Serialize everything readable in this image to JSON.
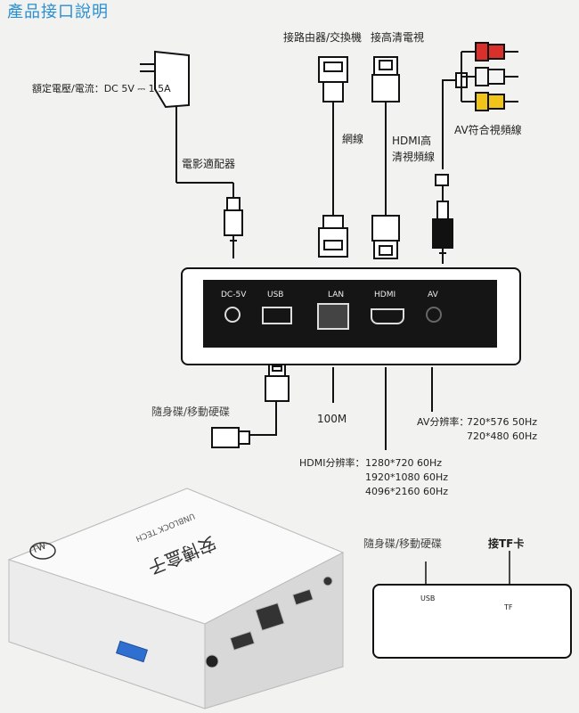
{
  "title": "產品接口說明",
  "power": {
    "spec": "額定電壓/電流：DC 5V ⎓ 1.5A",
    "adapter_label": "電影適配器"
  },
  "lan": {
    "top_label": "接路由器/交換機",
    "cable_label": "網線",
    "speed": "100M"
  },
  "hdmi": {
    "top_label": "接高清電視",
    "cable_label_1": "HDMI高",
    "cable_label_2": "清視頻線",
    "res_label": "HDMI分辨率：",
    "res_1": "1280*720   60Hz",
    "res_2": "1920*1080  60Hz",
    "res_3": "4096*2160  60Hz"
  },
  "av": {
    "cable_label": "AV符合視頻線",
    "res_label": "AV分辨率：",
    "res_1": "720*576  50Hz",
    "res_2": "720*480  60Hz"
  },
  "usb": {
    "label": "隨身碟/移動硬碟"
  },
  "panel_ports": {
    "dc": "DC-5V",
    "usb": "USB",
    "lan": "LAN",
    "hdmi": "HDMI",
    "av": "AV"
  },
  "side_panel": {
    "usb_title": "隨身碟/移動硬碟",
    "tf_title": "接TF卡",
    "usb_port": "USB",
    "tf_port": "TF"
  },
  "device": {
    "badge": "TW",
    "brand": "安博盒子",
    "brand_en": "UNBLOCK TECH"
  },
  "colors": {
    "title": "#2a8fd0",
    "rca_red": "#d9302b",
    "rca_white": "#f4f4f4",
    "rca_yellow": "#f0c419",
    "usb3_blue": "#2f6fd0"
  }
}
